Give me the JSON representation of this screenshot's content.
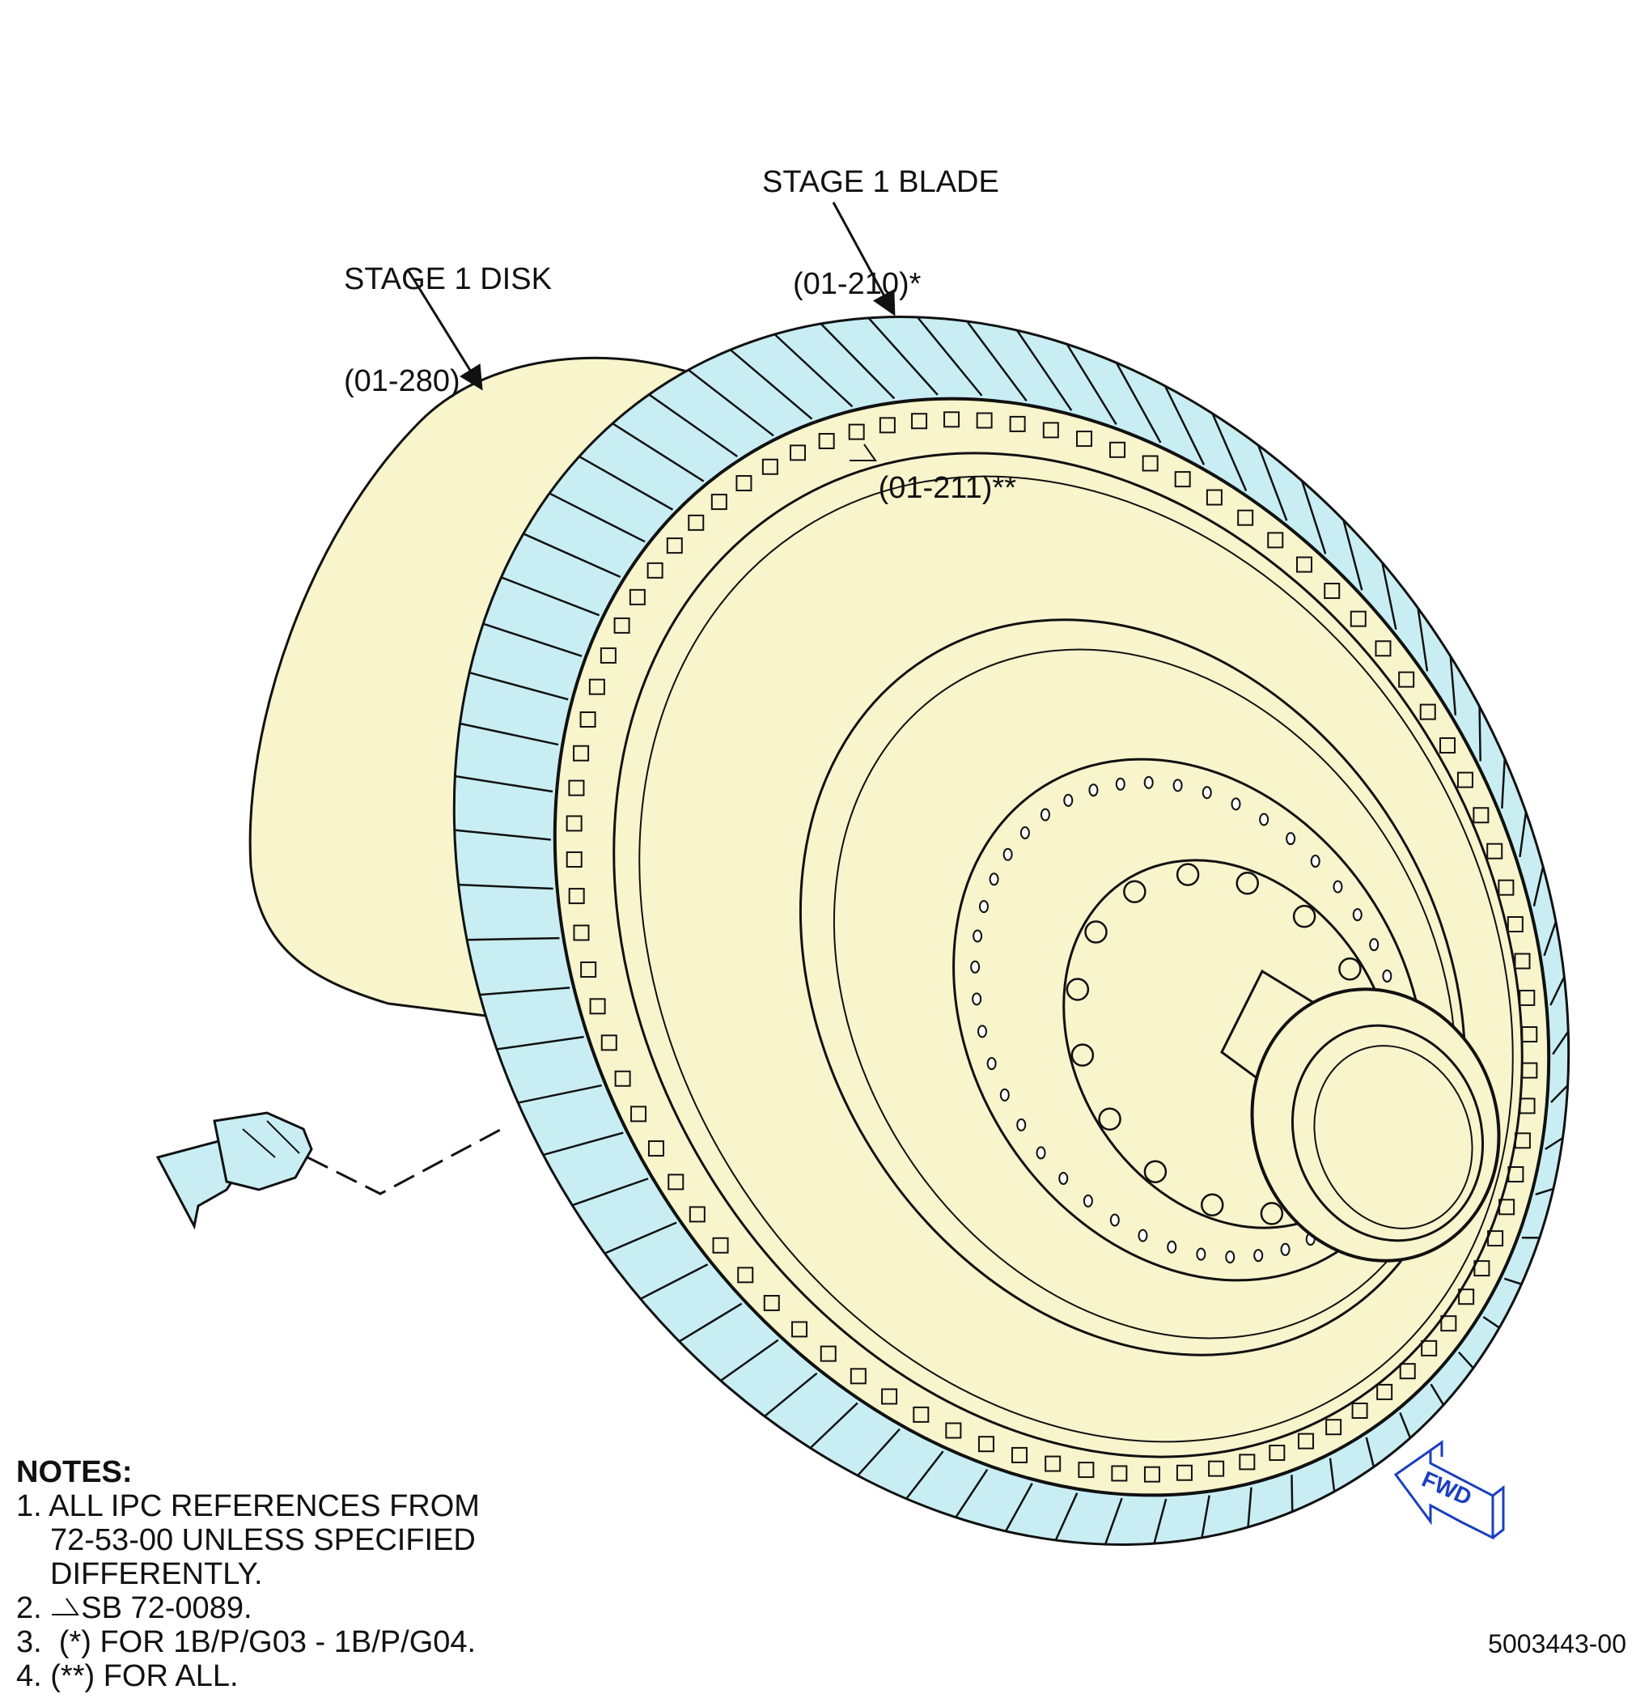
{
  "callouts": {
    "blade": {
      "title": "STAGE 1 BLADE",
      "ref1": "(01-210)*",
      "ref2": "(01-211)**"
    },
    "disk": {
      "title": "STAGE 1 DISK",
      "ref": "(01-280)"
    }
  },
  "notes": {
    "title": "NOTES:",
    "items": [
      "1. ALL IPC REFERENCES FROM",
      "72-53-00 UNLESS SPECIFIED",
      "DIFFERENTLY.",
      "2. ",
      "SB 72-0089.",
      "3.  (*) FOR 1B/P/G03 - 1B/P/G04.",
      "4. (**) FOR ALL."
    ]
  },
  "fwd_label": "FWD",
  "doc_number": "5003443-00",
  "colors": {
    "disk_fill": "#f8f4cc",
    "blade_fill": "#c8eef4",
    "line": "#111111",
    "fwd_arrow": "#1a3fc0"
  }
}
